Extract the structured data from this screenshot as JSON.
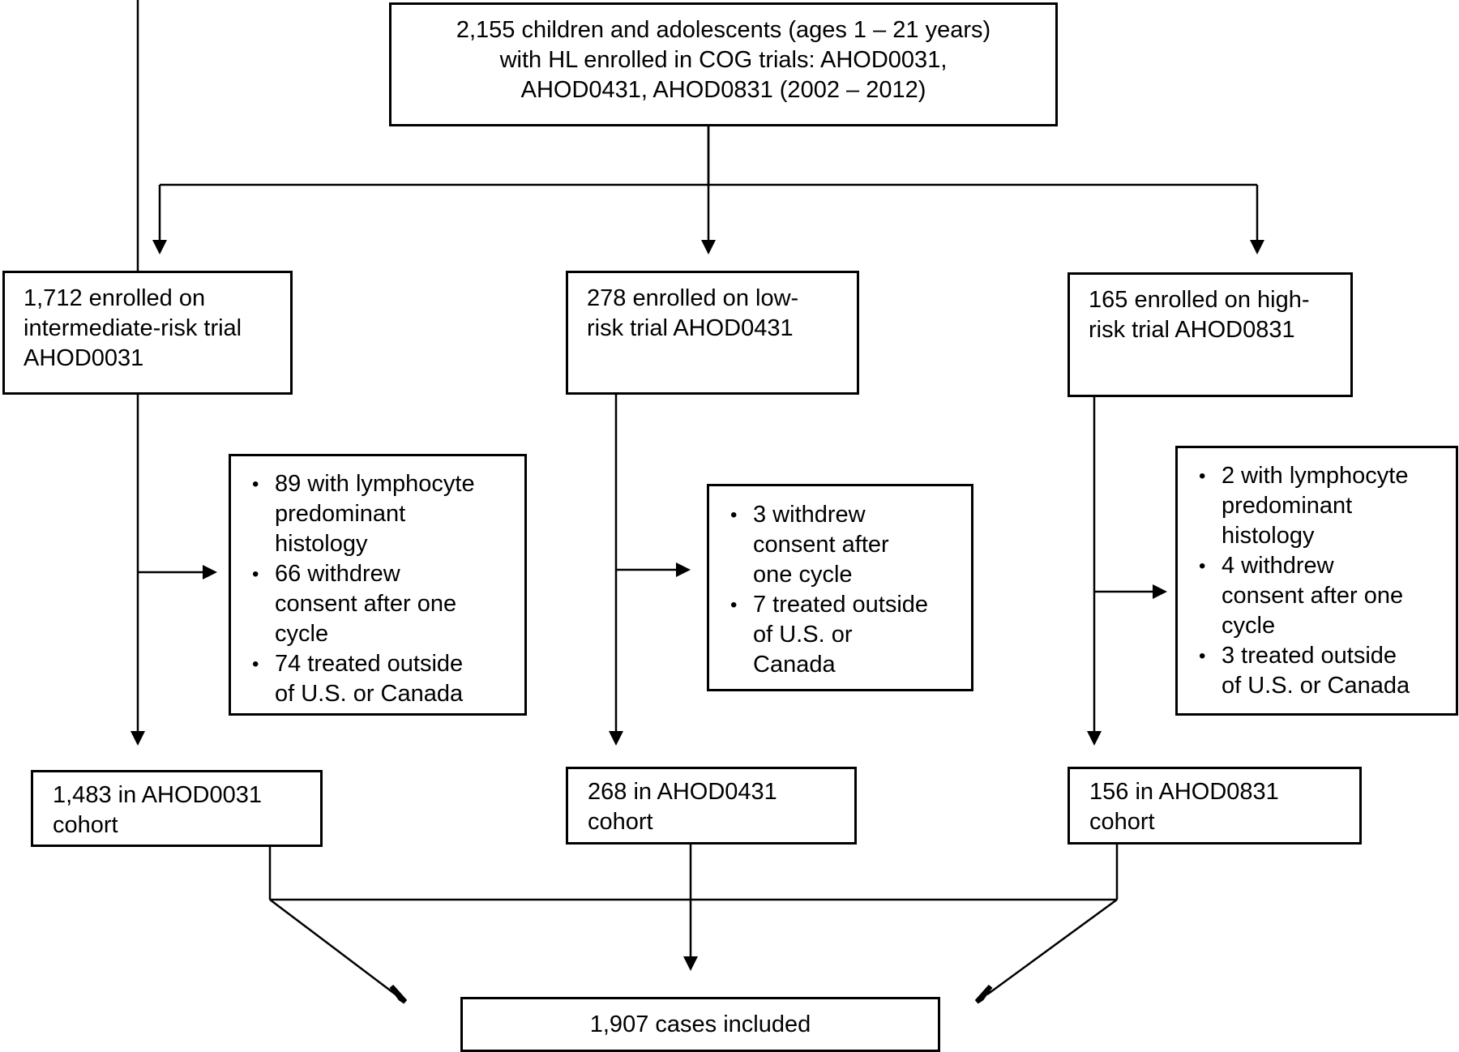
{
  "top_box": {
    "lines": [
      "2,155 children and adolescents (ages 1 – 21 years)",
      "with HL enrolled in COG trials: AHOD0031,",
      "AHOD0431, AHOD0831 (2002 – 2012)"
    ]
  },
  "trials": [
    {
      "enrolled_lines": [
        "1,712 enrolled on",
        "intermediate-risk trial",
        "AHOD0031"
      ],
      "exclusions": [
        [
          "89 with lymphocyte",
          "predominant",
          "histology"
        ],
        [
          "66 withdrew",
          "consent after one",
          "cycle"
        ],
        [
          "74 treated outside",
          "of U.S. or Canada"
        ]
      ],
      "cohort_lines": [
        "1,483 in AHOD0031",
        "cohort"
      ]
    },
    {
      "enrolled_lines": [
        "278 enrolled on low-",
        "risk trial AHOD0431"
      ],
      "exclusions": [
        [
          "3 withdrew",
          "consent after",
          "one cycle"
        ],
        [
          "7 treated outside",
          "of U.S. or",
          "Canada"
        ]
      ],
      "cohort_lines": [
        "268 in AHOD0431",
        "cohort"
      ]
    },
    {
      "enrolled_lines": [
        "165 enrolled on high-",
        "risk trial AHOD0831"
      ],
      "exclusions": [
        [
          "2 with lymphocyte",
          "predominant",
          "histology"
        ],
        [
          "4 withdrew",
          "consent after one",
          "cycle"
        ],
        [
          "3 treated outside",
          "of U.S. or Canada"
        ]
      ],
      "cohort_lines": [
        "156 in AHOD0831",
        "cohort"
      ]
    }
  ],
  "final_box": {
    "label": "1,907 cases included"
  }
}
